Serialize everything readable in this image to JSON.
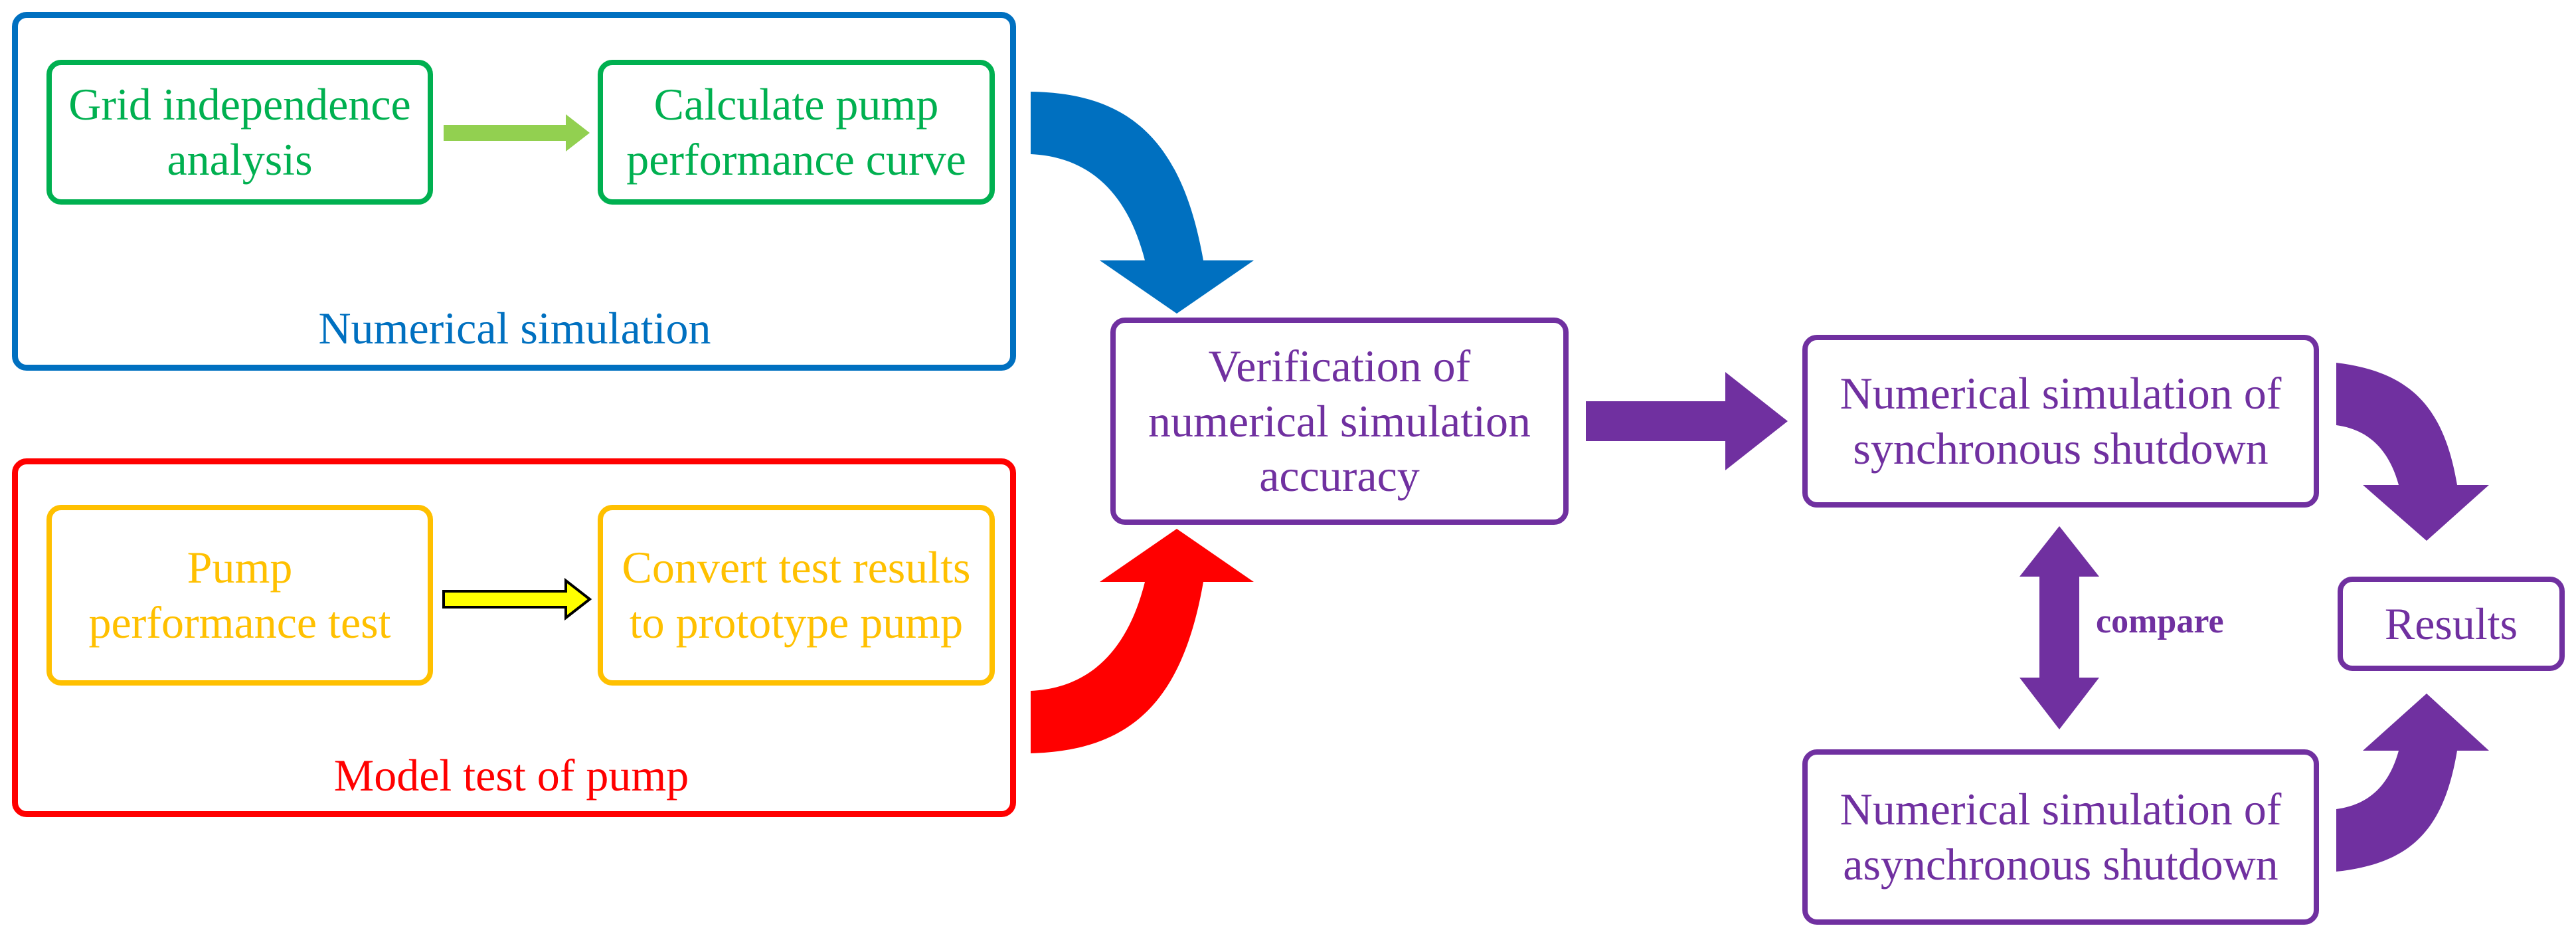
{
  "groups": {
    "numerical_simulation": {
      "label": "Numerical simulation",
      "color": "#0070c0"
    },
    "model_test": {
      "label": "Model test of pump",
      "color": "#ff0000"
    }
  },
  "nodes": {
    "grid_independence": {
      "label": "Grid independence\nanalysis",
      "color": "#00b050"
    },
    "calc_performance": {
      "label": "Calculate pump\nperformance curve",
      "color": "#00b050"
    },
    "pump_performance_test": {
      "label": "Pump\nperformance test",
      "color": "#ffc000"
    },
    "convert_results": {
      "label": "Convert test results\nto prototype pump",
      "color": "#ffc000"
    },
    "verification": {
      "label": "Verification of\nnumerical simulation\naccuracy",
      "color": "#7030a0"
    },
    "sync_shutdown": {
      "label": "Numerical simulation of\nsynchronous shutdown",
      "color": "#7030a0"
    },
    "async_shutdown": {
      "label": "Numerical simulation of\nasynchronous shutdown",
      "color": "#7030a0"
    },
    "results": {
      "label": "Results",
      "color": "#7030a0"
    }
  },
  "edges": {
    "compare_label": "compare"
  },
  "colors": {
    "green_arrow": "#92d050",
    "yellow_arrow": "#ffff00",
    "blue_arrow": "#0070c0",
    "red_arrow": "#ff0000",
    "purple_arrow": "#7030a0"
  }
}
